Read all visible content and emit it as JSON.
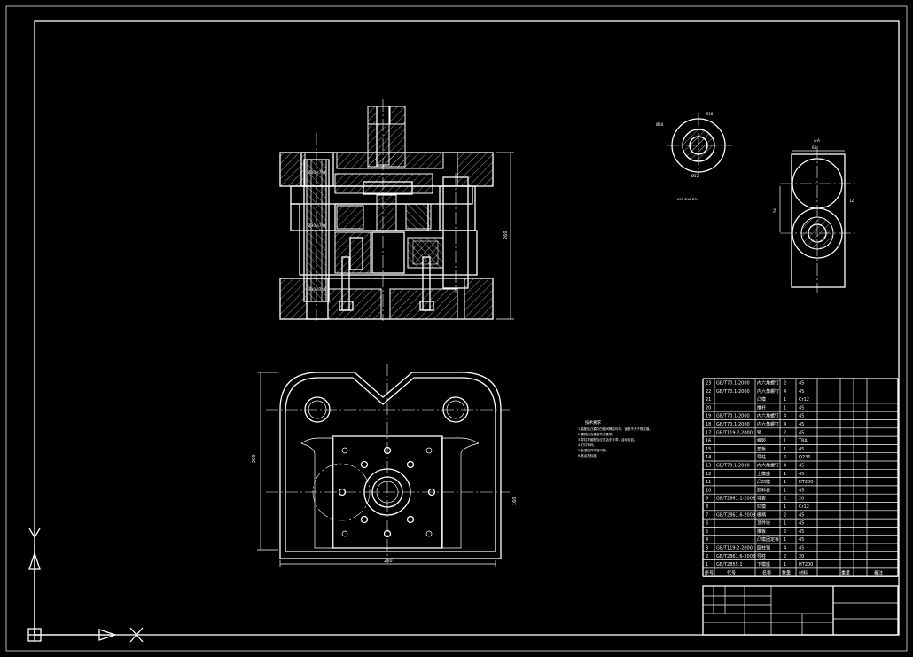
{
  "views": {
    "left_vertical_labels": [
      "Ø30H7/r6",
      "Ø30H7/r6",
      "Ø30H7/r6"
    ],
    "side_view_label": "A-A",
    "side_label_code": "12",
    "round_insert_caption": "Ø12  Ø18  Ø34",
    "round_insert_note": "技术要求 ..."
  },
  "bom": {
    "rows": [
      {
        "no": "23",
        "code": "GB/T70.1-2000",
        "name": "内六角螺钉",
        "qty": "2",
        "mat": "45"
      },
      {
        "no": "22",
        "code": "GB/T70.1-2000",
        "name": "内六角螺钉",
        "qty": "4",
        "mat": "45"
      },
      {
        "no": "21",
        "code": "",
        "name": "凸模",
        "qty": "1",
        "mat": "Cr12"
      },
      {
        "no": "20",
        "code": "",
        "name": "推杆",
        "qty": "1",
        "mat": "45"
      },
      {
        "no": "19",
        "code": "GB/T70.1-2000",
        "name": "内六角螺钉",
        "qty": "4",
        "mat": "45"
      },
      {
        "no": "18",
        "code": "GB/T70.1-2000",
        "name": "内六角螺钉",
        "qty": "4",
        "mat": "45"
      },
      {
        "no": "17",
        "code": "GB/T119.2-2000",
        "name": "销",
        "qty": "2",
        "mat": "45"
      },
      {
        "no": "16",
        "code": "",
        "name": "橡胶",
        "qty": "1",
        "mat": "T8A"
      },
      {
        "no": "15",
        "code": "",
        "name": "垫板",
        "qty": "1",
        "mat": "45"
      },
      {
        "no": "14",
        "code": "",
        "name": "导柱",
        "qty": "2",
        "mat": "Q235"
      },
      {
        "no": "13",
        "code": "GB/T70.1-2000",
        "name": "内六角螺钉",
        "qty": "4",
        "mat": "45"
      },
      {
        "no": "12",
        "code": "",
        "name": "上模座",
        "qty": "1",
        "mat": "45"
      },
      {
        "no": "11",
        "code": "",
        "name": "凸凹模",
        "qty": "1",
        "mat": "HT200"
      },
      {
        "no": "10",
        "code": "",
        "name": "卸料板",
        "qty": "1",
        "mat": "45"
      },
      {
        "no": "9",
        "code": "GB/T2861.1-2008",
        "name": "导套",
        "qty": "2",
        "mat": "20"
      },
      {
        "no": "8",
        "code": "",
        "name": "凹模",
        "qty": "1",
        "mat": "Cr12"
      },
      {
        "no": "7",
        "code": "GB/T2861.6-2008",
        "name": "模柄",
        "qty": "2",
        "mat": "45"
      },
      {
        "no": "6",
        "code": "",
        "name": "顶件块",
        "qty": "1",
        "mat": "45"
      },
      {
        "no": "5",
        "code": "",
        "name": "推板",
        "qty": "2",
        "mat": "45"
      },
      {
        "no": "4",
        "code": "",
        "name": "凸模固定板",
        "qty": "1",
        "mat": "45"
      },
      {
        "no": "3",
        "code": "GB/T119.2-2000",
        "name": "圆柱销",
        "qty": "4",
        "mat": "45"
      },
      {
        "no": "2",
        "code": "GB/T2861.6-2008",
        "name": "导柱",
        "qty": "2",
        "mat": "20"
      },
      {
        "no": "1",
        "code": "GB/T2855.1",
        "name": "下模座",
        "qty": "1",
        "mat": "HT200"
      }
    ],
    "header": {
      "no": "序号",
      "code": "代号",
      "name": "名称",
      "qty": "数量",
      "mat": "材料",
      "weight": "重量",
      "note": "备注"
    }
  }
}
